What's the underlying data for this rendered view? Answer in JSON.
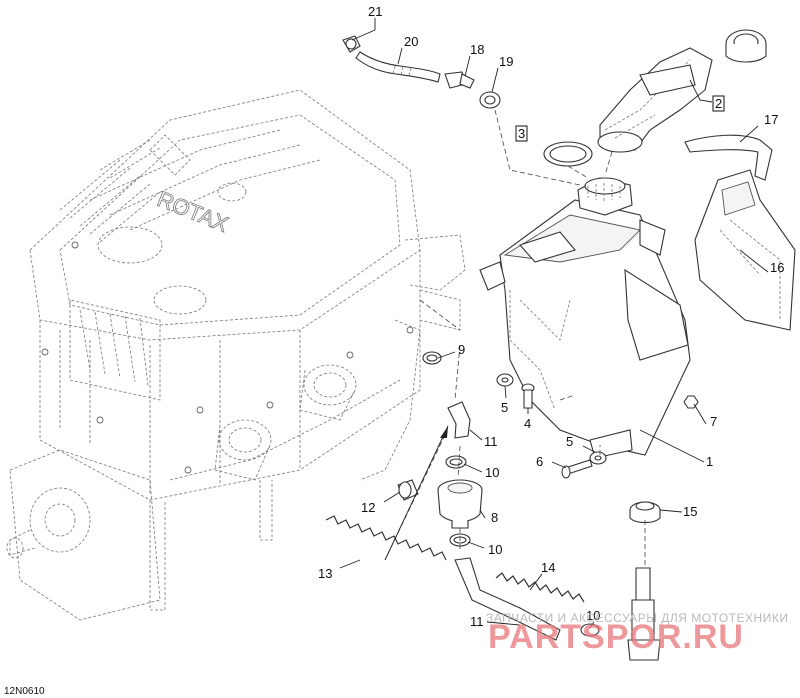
{
  "diagram": {
    "code": "12N0610",
    "brand_text": "ROTAX",
    "watermark_top": "ЗАПЧАСТИ И АКСЕССУАРЫ ДЛЯ МОТОТЕХНИКИ",
    "watermark_main": "PARTSPOR.RU",
    "callouts": {
      "c1": "1",
      "c2": "2",
      "c3": "3",
      "c4": "4",
      "c5a": "5",
      "c5b": "5",
      "c6": "6",
      "c7": "7",
      "c8": "8",
      "c9": "9",
      "c10a": "10",
      "c10b": "10",
      "c10c": "10",
      "c11a": "11",
      "c11b": "11",
      "c12": "12",
      "c13": "13",
      "c14": "14",
      "c15": "15",
      "c16": "16",
      "c17": "17",
      "c18": "18",
      "c19": "19",
      "c20": "20",
      "c21": "21"
    }
  }
}
